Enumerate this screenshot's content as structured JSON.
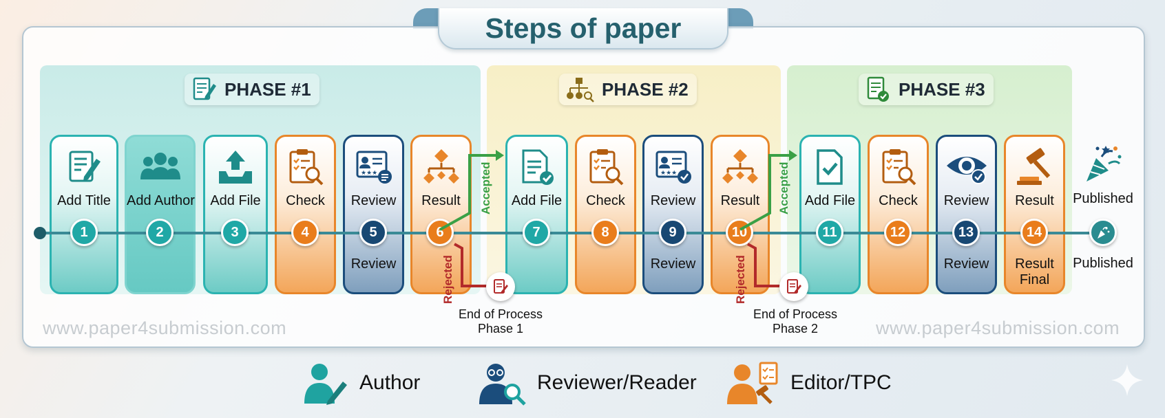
{
  "title": "Steps of paper",
  "phases": [
    {
      "label": "PHASE #1",
      "icon": "document-edit-icon",
      "color": "#2bb3b1"
    },
    {
      "label": "PHASE #2",
      "icon": "flowchart-search-icon",
      "color": "#c9a227"
    },
    {
      "label": "PHASE #3",
      "icon": "document-check-icon",
      "color": "#3aa046"
    }
  ],
  "steps": [
    {
      "number": "1",
      "label": "Add Title",
      "sub": "",
      "role": "author",
      "icon": "edit-document-icon"
    },
    {
      "number": "2",
      "label": "Add Author",
      "sub": "",
      "role": "author",
      "icon": "users-group-icon"
    },
    {
      "number": "3",
      "label": "Add File",
      "sub": "",
      "role": "author",
      "icon": "upload-tray-icon"
    },
    {
      "number": "4",
      "label": "Check",
      "sub": "",
      "role": "editor",
      "icon": "clipboard-search-icon"
    },
    {
      "number": "5",
      "label": "Review",
      "sub": "Review",
      "role": "reviewer",
      "icon": "review-card-icon"
    },
    {
      "number": "6",
      "label": "Result",
      "sub": "",
      "role": "editor",
      "icon": "decision-tree-icon"
    },
    {
      "number": "7",
      "label": "Add File",
      "sub": "",
      "role": "author",
      "icon": "document-check-icon"
    },
    {
      "number": "8",
      "label": "Check",
      "sub": "",
      "role": "editor",
      "icon": "clipboard-search-icon"
    },
    {
      "number": "9",
      "label": "Review",
      "sub": "Review",
      "role": "reviewer",
      "icon": "review-card-check-icon"
    },
    {
      "number": "10",
      "label": "Result",
      "sub": "",
      "role": "editor",
      "icon": "decision-tree-icon"
    },
    {
      "number": "11",
      "label": "Add File",
      "sub": "",
      "role": "author",
      "icon": "file-check-icon"
    },
    {
      "number": "12",
      "label": "Check",
      "sub": "",
      "role": "editor",
      "icon": "clipboard-search-icon"
    },
    {
      "number": "13",
      "label": "Review",
      "sub": "Review",
      "role": "reviewer",
      "icon": "eye-check-icon"
    },
    {
      "number": "14",
      "label": "Result",
      "sub": "Result Final",
      "role": "editor",
      "icon": "gavel-icon"
    }
  ],
  "published": {
    "top_label": "Published",
    "bottom_label": "Published",
    "icon": "party-popper-icon"
  },
  "branches": {
    "accepted": "Accepted",
    "rejected": "Rejected",
    "end_phase1": [
      "End of Process",
      "Phase 1"
    ],
    "end_phase2": [
      "End of Process",
      "Phase 2"
    ]
  },
  "watermark": "www.paper4submission.com",
  "legend": [
    {
      "label": "Author",
      "icon": "author-pen-icon",
      "color": "#1fa3a0"
    },
    {
      "label": "Reviewer/Reader",
      "icon": "reviewer-magnifier-icon",
      "color": "#1b4d7c"
    },
    {
      "label": "Editor/TPC",
      "icon": "editor-gavel-icon",
      "color": "#e8862a"
    }
  ],
  "colors": {
    "author": "#2bb3b1",
    "reviewer": "#1b4d7c",
    "editor": "#e8862a",
    "accepted": "#3aa046",
    "rejected": "#b22a2a"
  }
}
